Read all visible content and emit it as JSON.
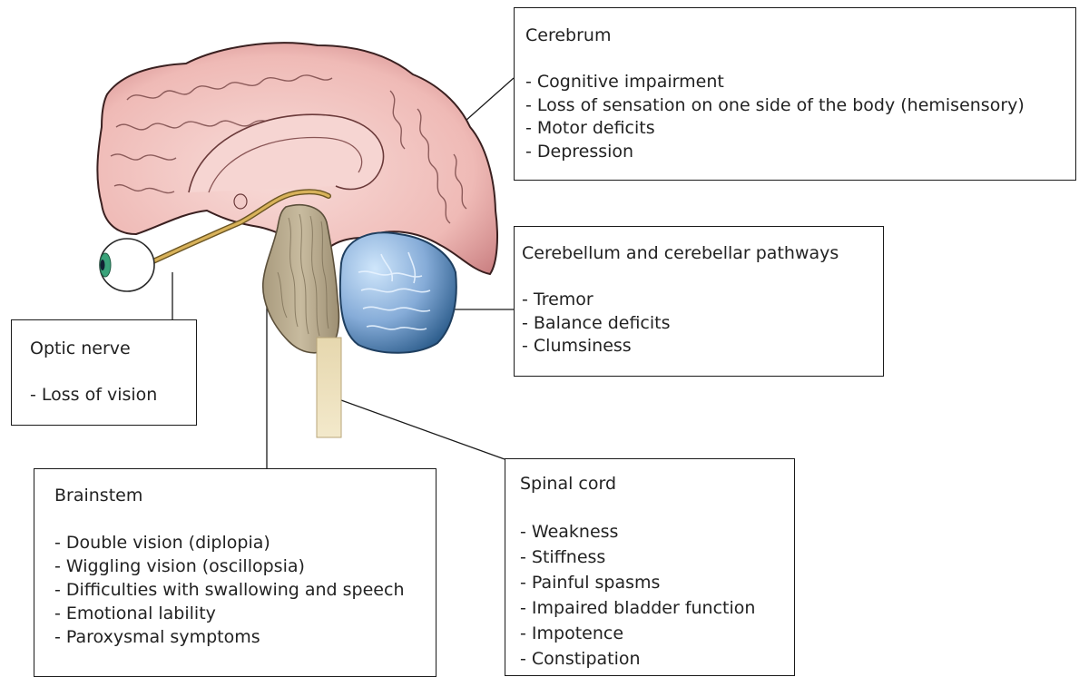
{
  "boxes": {
    "cerebrum": {
      "title": "Cerebrum",
      "items": [
        "- Cognitive impairment",
        "- Loss of sensation on one side of the body (hemisensory)",
        "- Motor deficits",
        "- Depression"
      ]
    },
    "cerebellum": {
      "title": "Cerebellum and cerebellar pathways",
      "items": [
        "- Tremor",
        "- Balance deficits",
        "- Clumsiness"
      ]
    },
    "optic_nerve": {
      "title": "Optic nerve",
      "items": [
        "- Loss of vision"
      ]
    },
    "brainstem": {
      "title": "Brainstem",
      "items": [
        "- Double vision (diplopia)",
        "- Wiggling vision (oscillopsia)",
        "- Difficulties with swallowing and speech",
        "- Emotional lability",
        "- Paroxysmal symptoms"
      ]
    },
    "spinal_cord": {
      "title": "Spinal cord",
      "items": [
        "- Weakness",
        "- Stiffness",
        "- Painful spasms",
        "- Impaired bladder function",
        "- Impotence",
        "- Constipation"
      ]
    }
  },
  "colors": {
    "cerebrum_fill": "#f4c9c6",
    "cerebrum_outline": "#3a2020",
    "cerebellum_fill": "#8fb3dc",
    "cerebellum_dark": "#2e5f8f",
    "brainstem_fill": "#b9ab8f",
    "spinal_cord_fill": "#efe2bd",
    "optic_nerve": "#c8a04a",
    "eye_iris": "#3aa37a",
    "box_border": "#1a1a1a",
    "text": "#222222"
  }
}
